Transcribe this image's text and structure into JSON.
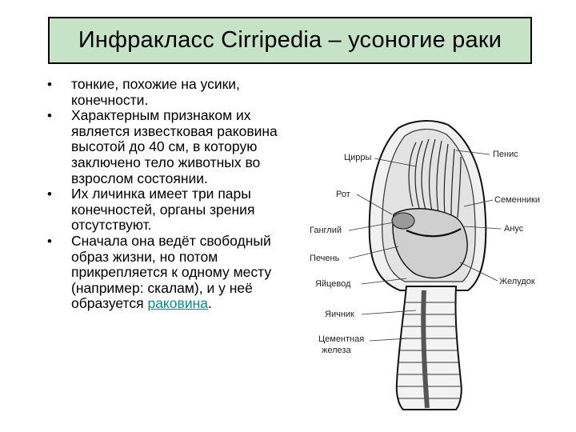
{
  "title": "Инфракласс Cirripedia – усоногие раки",
  "bullets": [
    {
      "text": "тонкие, похожие на усики, конечности."
    },
    {
      "text": "Характерным признаком их является известковая раковина высотой до 40 см, в которую заключено тело животных во взрослом состоянии."
    },
    {
      "text": "Их личинка имеет три пары конечностей, органы зрения отсутствуют."
    },
    {
      "text_before": "Сначала она ведёт свободный образ жизни, но потом прикрепляется к одному месту (например: скалам), и у неё образуется ",
      "link": "раковина",
      "text_after": "."
    }
  ],
  "figure": {
    "labels": {
      "cirri": "Цирры",
      "mouth": "Рот",
      "ganglion": "Ганглий",
      "liver": "Печень",
      "oviduct": "Яйцевод",
      "ovary": "Яичник",
      "cement_gland_1": "Цементная",
      "cement_gland_2": "железа",
      "penis": "Пенис",
      "testes": "Семенники",
      "anus": "Анус",
      "stomach": "Желудок"
    }
  }
}
